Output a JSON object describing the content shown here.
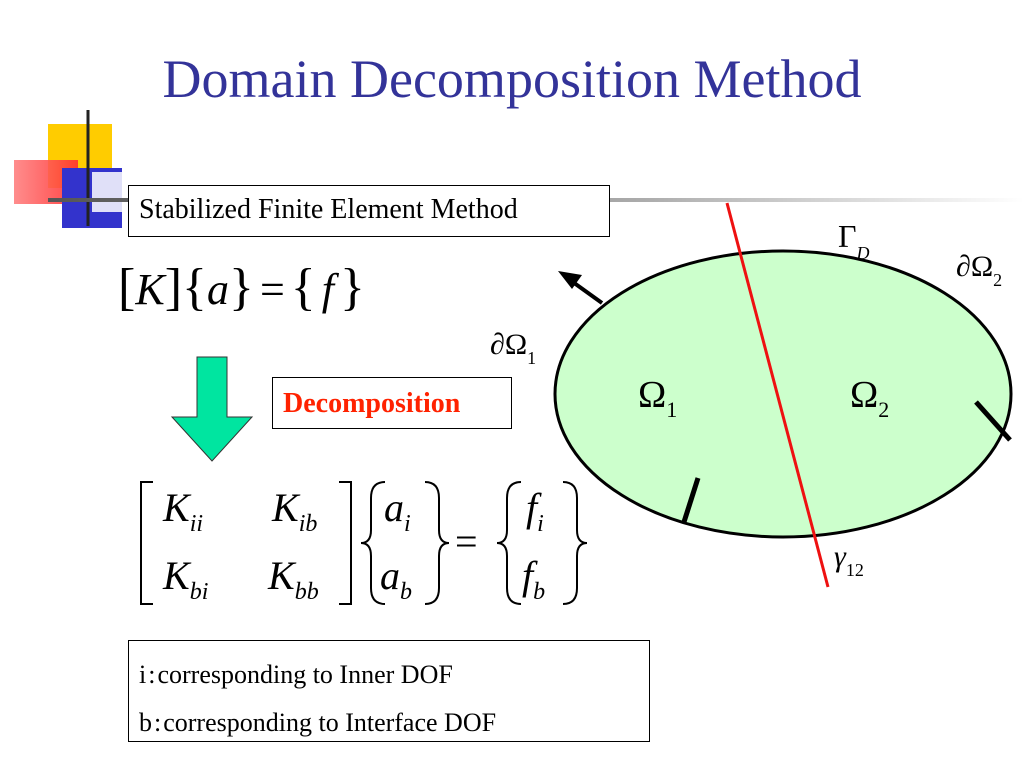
{
  "slide": {
    "title": "Domain Decomposition Method"
  },
  "method_box": {
    "label": "Stabilized Finite Element Method"
  },
  "decomposition_box": {
    "label": "Decomposition"
  },
  "equation1": {
    "K": "K",
    "a": "a",
    "f": "f",
    "equals": "="
  },
  "matrix_equation": {
    "K_ii": {
      "base": "K",
      "sub": "ii"
    },
    "K_ib": {
      "base": "K",
      "sub": "ib"
    },
    "K_bi": {
      "base": "K",
      "sub": "bi"
    },
    "K_bb": {
      "base": "K",
      "sub": "bb"
    },
    "a_i": {
      "base": "a",
      "sub": "i"
    },
    "a_b": {
      "base": "a",
      "sub": "b"
    },
    "f_i": {
      "base": "f",
      "sub": "i"
    },
    "f_b": {
      "base": "f",
      "sub": "b"
    },
    "equals": "="
  },
  "legend": {
    "line1_key": "i",
    "line1_text": "corresponding to Inner DOF",
    "line2_key": "b",
    "line2_text": "corresponding to Interface DOF",
    "separator": ":"
  },
  "diagram": {
    "omega1": {
      "symbol": "Ω",
      "sub": "1"
    },
    "omega2": {
      "symbol": "Ω",
      "sub": "2"
    },
    "boundary1": {
      "symbol": "∂Ω",
      "sub": "1"
    },
    "boundary2": {
      "symbol": "∂Ω",
      "sub": "2"
    },
    "gamma_D": {
      "symbol": "Γ",
      "sub": "D"
    },
    "gamma_12": {
      "symbol": "γ",
      "sub": "12"
    },
    "colors": {
      "domain_fill": "#ccffcc",
      "interface_line": "#ee1111",
      "arrow": "#00e5a0",
      "title": "#333399"
    }
  }
}
